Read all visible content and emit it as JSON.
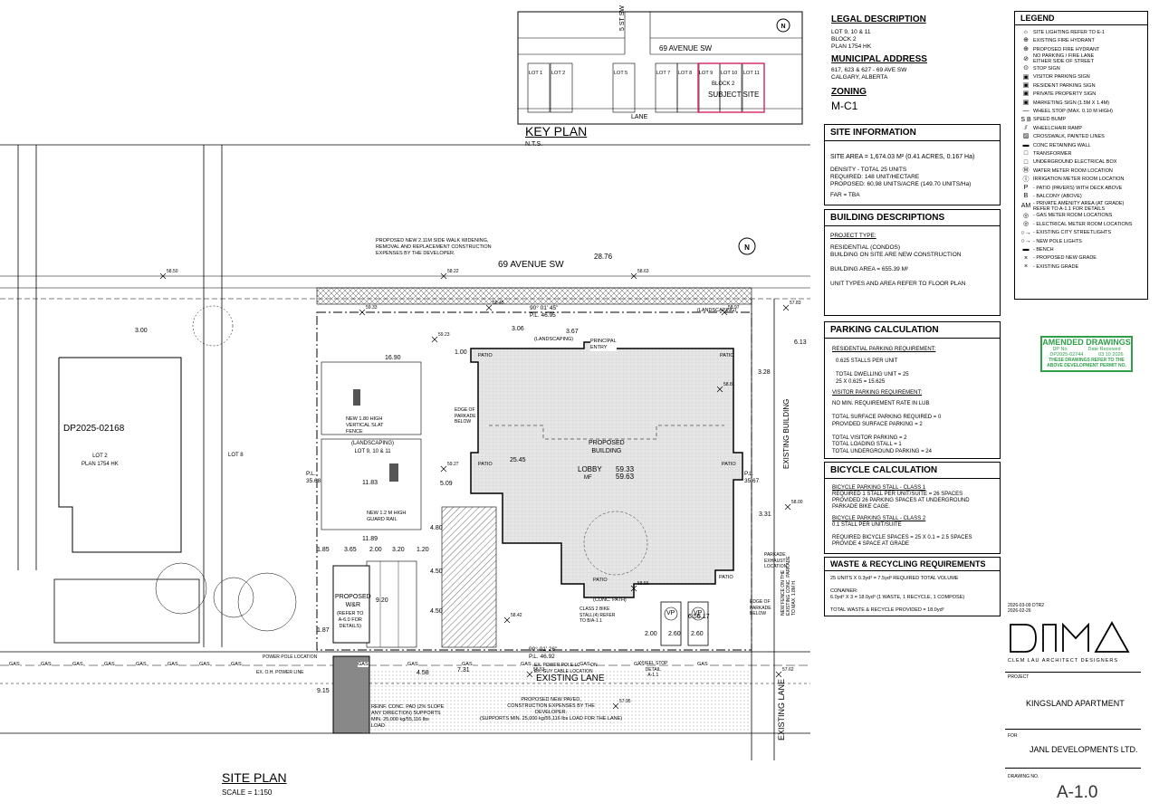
{
  "key_plan": {
    "title": "KEY PLAN",
    "scale": "N.T.S.",
    "street_top": "69 AVENUE SW",
    "street_side": "5 ST SW",
    "lane": "LANE",
    "block": "BLOCK 2",
    "subject": "SUBJECT SITE",
    "lots": [
      "LOT 1",
      "LOT 2",
      "LOT 5",
      "LOT 7",
      "LOT 8",
      "LOT 9",
      "LOT 10",
      "LOT 11"
    ]
  },
  "legal": {
    "heading": "LEGAL DESCRIPTION",
    "text": "LOT 9, 10 & 11\nBLOCK 2\nPLAN 1754 HK",
    "muni_heading": "MUNICIPAL ADDRESS",
    "muni_text": "617, 623 & 627 - 69 AVE SW\nCALGARY, ALBERTA",
    "zoning_heading": "ZONING",
    "zoning": "M-C1"
  },
  "site_info": {
    "heading": "SITE INFORMATION",
    "area": "SITE AREA = 1,674.03 M² (0.41 ACRES, 0.167 Ha)",
    "density": "DENSITY - TOTAL 25 UNITS\nREQUIRED:    148 UNIT/HECTARE\nPROPOSED:    60.98 UNITS/ACRE (149.70 UNITS/Ha)",
    "far": "FAR = TBA"
  },
  "building_desc": {
    "heading": "BUILDING DESCRIPTIONS",
    "project_type": "PROJECT TYPE:",
    "text": "RESIDENTIAL (CONDOS)\nBUILDING ON SITE ARE NEW CONSTRUCTION\n\nBUILDING AREA = 655.39 M²\n\nUNIT TYPES AND AREA REFER TO FLOOR PLAN"
  },
  "parking": {
    "heading": "PARKING CALCULATION",
    "res_heading": "RESIDENTIAL PARKING REQUIREMENT:",
    "res_text": "0.625 STALLS PER UNIT\n\nTOTAL DWELLING UNIT = 25\n25 X 0.625 = 15.625",
    "vis_heading": "VISITOR PARKING REQUIREMENT:",
    "vis_text": "NO MIN. REQUIREMENT RATE IN LUB\n\nTOTAL SURFACE PARKING REQUIRED = 0\nPROVIDED SURFACE PARKING = 2\n\nTOTAL VISITOR PARKING = 2\nTOTAL LOADING STALL = 1\nTOTAL UNDERGROUND PARKING = 24"
  },
  "bicycle": {
    "heading": "BICYCLE CALCULATION",
    "c1_heading": "BICYCLE PARKING STALL  - CLASS 1",
    "c1_text": "REQUIRED 1 STALL PER UNIT/SUITE = 26 SPACES\nPROVIDED 26 PARKING SPACES AT UNDERGROUND\nPARKADE BIKE CAGE.",
    "c2_heading": "BICYCLE PARKING STALL  - CLASS 2",
    "c2_text": "0.1 STALL PER UNIT/SUITE\n\nREQUIRED BICYCLE SPACES = 25 X 0.1 = 2.5 SPACES\nPROVIDE 4 SPACE AT GRADE"
  },
  "waste": {
    "heading": "WASTE & RECYCLING REQUIREMENTS",
    "text": "25 UNITS X 0.3yd³ = 7.5yd³ REQUIRED TOTAL VOLUME\n\nCONAINER:\n6.0yd³ X 3 = 18.0yd³ (1 WASTE, 1 RECYCLE, 1 COMPOSE)\n\nTOTAL WASTE & RECYCLE PROVIDED = 18.0yd³"
  },
  "legend": {
    "heading": "LEGEND",
    "items": [
      {
        "sym": "☼",
        "label": "SITE LIGHTING REFER TO E-1"
      },
      {
        "sym": "⊕",
        "label": "EXISTING FIRE HYDRANT"
      },
      {
        "sym": "⊕",
        "label": "PROPOSED FIRE HYDRANT"
      },
      {
        "sym": "⊘",
        "label": "NO PARKING / FIRE LANE\nEITHER SIDE OF STREET"
      },
      {
        "sym": "⊙",
        "label": "STOP SIGN"
      },
      {
        "sym": "▣",
        "label": "VISITOR PARKING SIGN"
      },
      {
        "sym": "▣",
        "label": "RESIDENT PARKING SIGN"
      },
      {
        "sym": "▣",
        "label": "PRIVATE PROPERTY SIGN"
      },
      {
        "sym": "▣",
        "label": "MARKETING SIGN (1.5M X 1.4M)"
      },
      {
        "sym": "—",
        "label": "WHEEL STOP (MAX. 0.10 M HIGH)"
      },
      {
        "sym": "S B",
        "label": "SPEED BUMP"
      },
      {
        "sym": "⫽",
        "label": "WHEELCHAIR RAMP"
      },
      {
        "sym": "▨",
        "label": "CROSSWALK, PAINTED LINES"
      },
      {
        "sym": "▬",
        "label": "CONC RETAINING WALL"
      },
      {
        "sym": "□",
        "label": "TRANSFORMER"
      },
      {
        "sym": "□",
        "label": "UNDERGROUND ELECTRICAL BOX"
      },
      {
        "sym": "Ⓜ",
        "label": "WATER METER ROOM LOCATION"
      },
      {
        "sym": "Ⓘ",
        "label": "IRRIGATION METER ROOM LOCATION"
      },
      {
        "sym": "P",
        "label": "- PATIO (PAVERS) WITH DECK ABOVE"
      },
      {
        "sym": "B",
        "label": "- BALCONY (ABOVE)"
      },
      {
        "sym": "AM",
        "label": "- PRIVATE AMENITY AREA (AT GRADE)\nREFER TO A-1.1 FOR DETAILS"
      },
      {
        "sym": "◎",
        "label": "- GAS METER ROOM LOCATIONS"
      },
      {
        "sym": "◎",
        "label": "- ELECTRICAL METER ROOM LOCATIONS"
      },
      {
        "sym": "○→",
        "label": "- EXISTING CITY STREETLIGHTS"
      },
      {
        "sym": "○→",
        "label": "- NEW POLE LIGHTS"
      },
      {
        "sym": "▬",
        "label": "- BENCH"
      },
      {
        "sym": "×",
        "label": "- PROPOSED NEW GRADE"
      },
      {
        "sym": "×",
        "label": "- EXISTING GRADE"
      }
    ]
  },
  "stamp": {
    "title": "AMENDED DRAWINGS",
    "col1": "DP No",
    "col2": "Date Received",
    "dp": "DP2025-02744",
    "date": "03 10 2026",
    "note": "THESE DRAWINGS REFER TO THE\nABOVE DEVELOPMENT PERMIT NO."
  },
  "title_block": {
    "revisions": "2026-03-09  DTR2\n2026-02-26",
    "firm": "CLEM  LAU  ARCHITECT  DESIGNERS",
    "project_label": "PROJECT",
    "project": "KINGSLAND APARTMENT",
    "for_label": "FOR",
    "client": "JANL DEVELOPMENTS LTD.",
    "drawing_label": "DRAWING NO.",
    "drawing_no": "A-1.0"
  },
  "site_plan": {
    "title": "SITE PLAN",
    "scale": "SCALE = 1:150",
    "street": "69 AVENUE SW",
    "street_width": "28.76",
    "lane": "EXISTING LANE",
    "lane_side": "EXISTING LANE",
    "existing_building": "EXISTING BUILDING",
    "neighbor_dp": "DP2025-02168",
    "neighbor_lot": "LOT 2\nPLAN 1754 HK",
    "lot8": "LOT 8",
    "lots": "(LANDSCAPING)\nLOT 9, 10 & 11",
    "building": "PROPOSED\nBUILDING",
    "lobby": "LOBBY",
    "mf": "MF",
    "lobby_elev": "59.33",
    "mf_elev": "59.63",
    "entry": "PRINCIPAL\nENTRY",
    "wr": "PROPOSED\nW&R",
    "wr_note": "(REFER TO\nA-6.0 FOR\nDETAILS)",
    "sidewalk_note": "PROPOSED NEW 2.11M SIDE WALK WIDENING,\nREMOVAL AND REPLACEMENT CONSTRUCTION\nEXPENSES BY THE DEVELOPER.",
    "lane_note": "PROPOSED NEW PAVED,\nCONSTRUCTION EXPENSES BY THE\nDEVELOPER.\n(SUPPORTS MIN. 25,000 kg/55,116 lbs LOAD FOR THE LANE)",
    "apron_note": "REINF. CONC. PAD (2% SLOPE\nANY DIRECTION) SUPPORTS\nMIN. 25,000 kg/55,116 lbs\nLOAD",
    "fence_note": "NEW 1.80 HIGH\nVERTICAL SLAT\nFENCE",
    "rail_note": "NEW 1.2 M HIGH\nGUARD RAIL",
    "power_pole": "POWER POLE LOCATION",
    "ex_power_line": "EX. O.H. POWER LINE",
    "gas": "GAS",
    "pl_top": "90° 01' 45\"\nP.L. 46.95",
    "pl_bottom": "90° 01' 26\"\nP.L. 46.92",
    "pl_left": "P.L.\n35.68",
    "pl_right": "P.L.\n35.67",
    "dims": [
      "16.90",
      "11.83",
      "11.89",
      "5.09",
      "3.00",
      "1.00",
      "3.67",
      "3.06",
      "25.45",
      "7.31",
      "6.13",
      "3.28",
      "3.31",
      "2.00",
      "2.60",
      "2.60",
      "6.55",
      "6.17",
      "4.80",
      "4.50",
      "4.50",
      "9.20",
      "1.85",
      "3.65",
      "2.00",
      "3.20",
      "1.20",
      "1.87",
      "9.15",
      "4.58"
    ],
    "vp": "VP",
    "edge_parkade": "EDGE OF\nPARKADE\nBELOW",
    "conc_path": "(CONC. PATH)",
    "landscaping": "(LANDSCAPING)",
    "patio": "PATIO",
    "bike": "CLASS 2 BIKE\nSTALL(4) REFER\nTO B/A-1.1",
    "wheel_stop": "WHEEL STOP\nDETAIL\nA-1.1",
    "parkade_exhaust": "PARKADE\nEXHAUST\nLOCATION",
    "new_fence": "NEW FENCE ON THE\nEXISTING CONC. PARKADE\nTO MAX. 1.8M H.",
    "ex_pole": "EX. POWER POLE LOCATION\nEX. GUY CABLE LOCATION",
    "grades": [
      "59.33",
      "59.23",
      "59.27",
      "58.81",
      "58.50",
      "58.22",
      "58.45",
      "58.63",
      "58.97",
      "58.56",
      "58.00",
      "57.95",
      "57.62",
      "58.42",
      "58.53",
      "57.83"
    ]
  }
}
